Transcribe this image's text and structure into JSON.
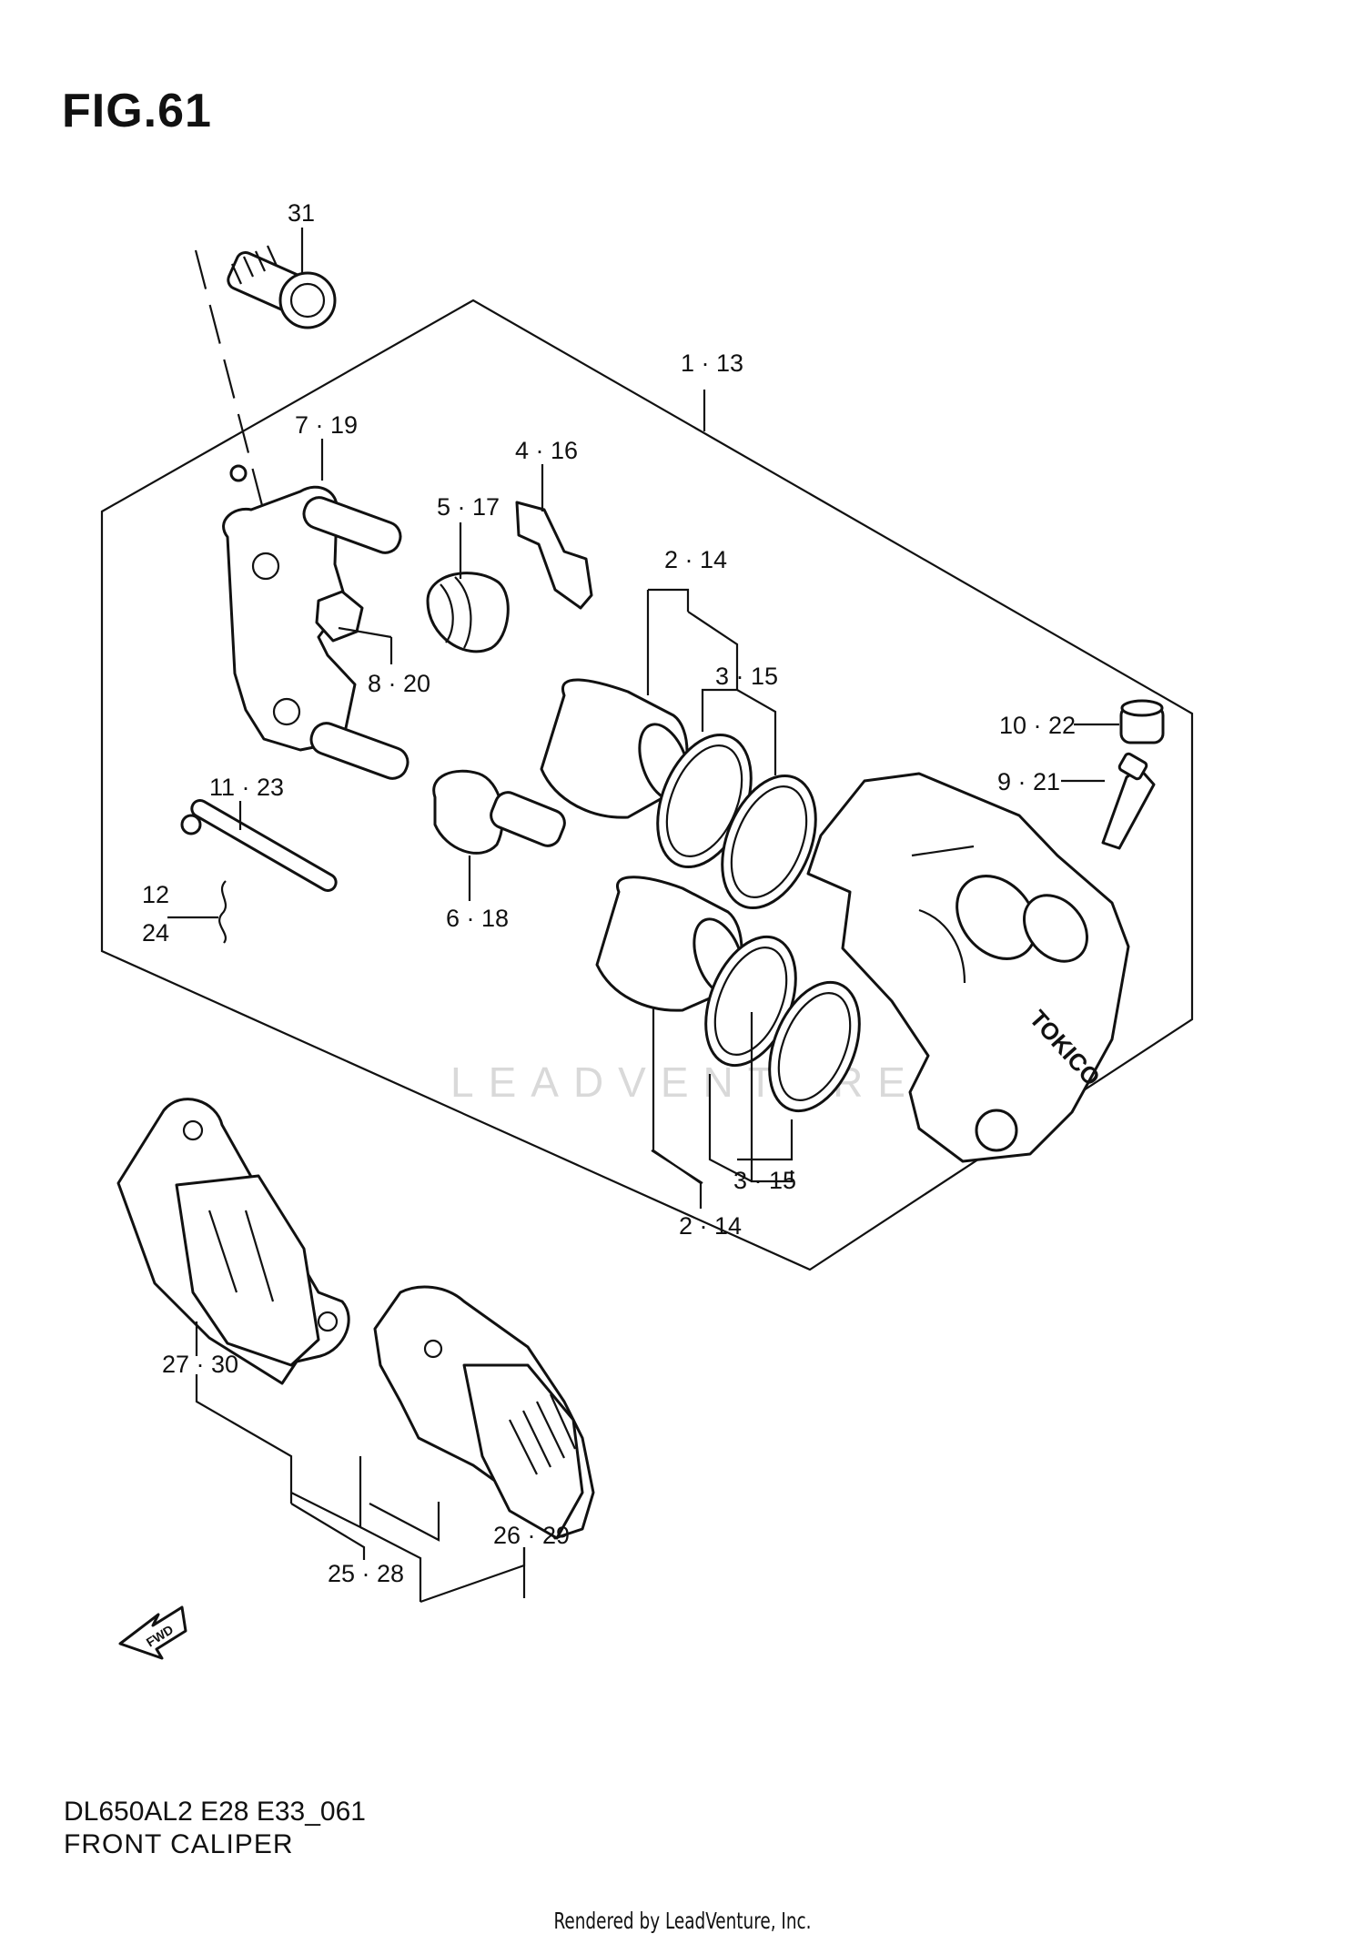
{
  "figure_title": "FIG.61",
  "model_code": "DL650AL2 E28 E33_061",
  "figure_name": "FRONT CALIPER",
  "credit": "Rendered by LeadVenture, Inc.",
  "watermark": "LEADVENTURE",
  "caliper_marking": "TOKICO",
  "fwd_label": "FWD",
  "callouts": {
    "bolt_31": "31",
    "caliper_assy": "1 · 13",
    "bracket": "7 · 19",
    "pad_spring": "4 · 16",
    "boot_upper": "5 · 17",
    "piston_top": "2 · 14",
    "seal_top": "3 · 15",
    "spring_clip": "8 · 20",
    "cap": "10 · 22",
    "bleeder": "9 · 21",
    "pin": "11 · 23",
    "clip_12": "12",
    "clip_24": "24",
    "boot_pin": "6 · 18",
    "seal_bottom": "3 · 15",
    "piston_bottom": "2 · 14",
    "pad_left": "27 · 30",
    "pad_set": "25 · 28",
    "pad_right": "26 · 29"
  }
}
